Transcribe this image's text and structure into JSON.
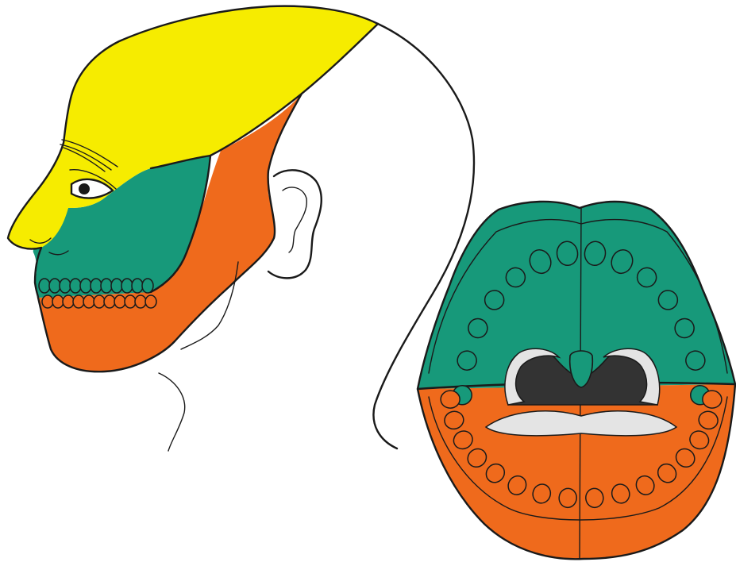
{
  "diagram": {
    "regions": [
      {
        "id": "ophthalmic",
        "color": "#f6ec00"
      },
      {
        "id": "maxillary",
        "color": "#17997a"
      },
      {
        "id": "mandibular",
        "color": "#ef6a1c"
      }
    ],
    "colors": {
      "outline": "#1a1a1a",
      "background": "#ffffff",
      "throat": "#333333",
      "tongue": "#e4e4e4"
    },
    "views": [
      "head-lateral-view",
      "open-mouth-view"
    ]
  }
}
